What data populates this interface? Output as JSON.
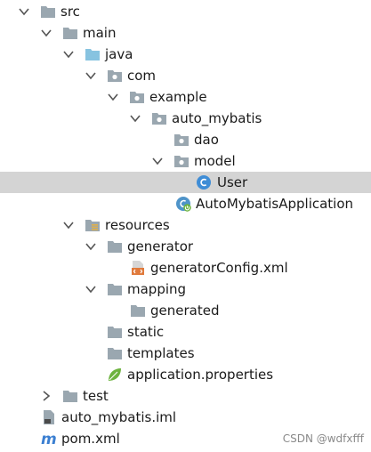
{
  "tree": {
    "src": "src",
    "main": "main",
    "java": "java",
    "com": "com",
    "example": "example",
    "auto_mybatis": "auto_mybatis",
    "dao": "dao",
    "model": "model",
    "user": "User",
    "app": "AutoMybatisApplication",
    "resources": "resources",
    "generator": "generator",
    "generator_config": "generatorConfig.xml",
    "mapping": "mapping",
    "generated": "generated",
    "static": "static",
    "templates": "templates",
    "app_properties": "application.properties",
    "test": "test",
    "iml": "auto_mybatis.iml",
    "pom": "pom.xml"
  },
  "watermark": "CSDN @wdfxfff",
  "colors": {
    "folder": "#9aa7b0",
    "source_folder": "#87c3e0",
    "class_icon": "#3f8dd6",
    "spring": "#6db33f",
    "selection": "#d4d4d4"
  },
  "icons": {
    "expanded": "chevron-down-icon",
    "collapsed": "chevron-right-icon",
    "folder": "folder-icon",
    "package": "package-icon",
    "class": "class-icon"
  }
}
